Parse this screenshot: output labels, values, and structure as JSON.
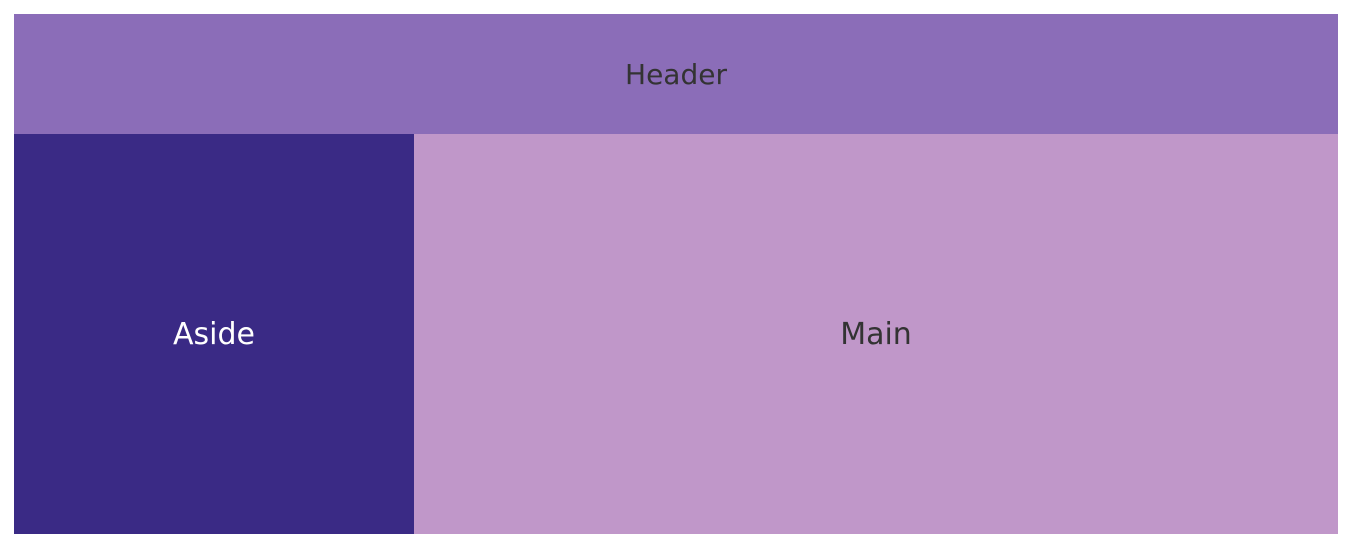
{
  "header": {
    "label": "Header",
    "bg": "#8b6db8"
  },
  "aside": {
    "label": "Aside",
    "bg": "#3a2a85",
    "color": "#ffffff"
  },
  "main": {
    "label": "Main",
    "bg": "#c097c9"
  },
  "text_color": "#333333"
}
